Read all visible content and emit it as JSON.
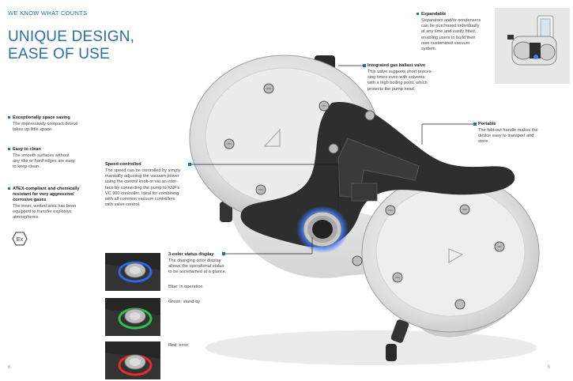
{
  "header": {
    "kicker": "WE KNOW WHAT COUNTS",
    "headline_line1": "UNIQUE DESIGN,",
    "headline_line2": "EASE OF USE"
  },
  "left_features": [
    {
      "title": "Exceptionally space saving",
      "body": [
        "The impressively compact device",
        "takes up little space."
      ]
    },
    {
      "title": "Easy to clean",
      "body": [
        "The smooth surfaces without",
        "any ribs or hard edges are easy",
        "to keep clean."
      ]
    },
    {
      "title_lines": [
        "ATEX-compliant and chemically",
        "resistant for very aggressive/",
        "corrosive gases"
      ],
      "body": [
        "The inner, wetted area has been",
        "equipped to transfer explosive",
        "atmospheres."
      ]
    }
  ],
  "atex_symbol": "Ex",
  "callouts": {
    "expandable": {
      "title": "Expandable",
      "body": [
        "Separators and/or condensers",
        "can be purchased individually",
        "at any time and easily fitted,",
        "enabling users to build their",
        "own customized vacuum",
        "system."
      ]
    },
    "gas_ballast": {
      "title": "Integrated gas ballast valve",
      "body": [
        "This valve supports short proces-",
        "sing times even with solvents",
        "with a high boiling point, which",
        "protects the pump head."
      ]
    },
    "portable": {
      "title": "Portable",
      "body": [
        "The fold-out handle makes the",
        "device easy to transport and",
        "store."
      ]
    },
    "speed": {
      "title": "Speed-controlled",
      "body": [
        "The speed can be controlled by simply",
        "manually adjusting the vacuum power",
        "using the control knob or via an inter-",
        "face by connecting the pump to KNF's",
        "VC 900 controller. Ideal for combining",
        "with all common vacuum controllers",
        "with valve control."
      ]
    },
    "status": {
      "title": "3-color status display",
      "body": [
        "The changing color display",
        "allows the operational status",
        "to be ascertained at a glance."
      ]
    }
  },
  "status_states": [
    {
      "label": "Blue: in operation",
      "color": "#2f6bff"
    },
    {
      "label": "Green: stand-by",
      "color": "#2fd04a"
    },
    {
      "label": "Red: error",
      "color": "#ff2a2a"
    }
  ],
  "page_numbers": {
    "left": "8",
    "right": "9"
  },
  "colors": {
    "accent": "#1a73b8",
    "headline": "#2a6fa8"
  }
}
